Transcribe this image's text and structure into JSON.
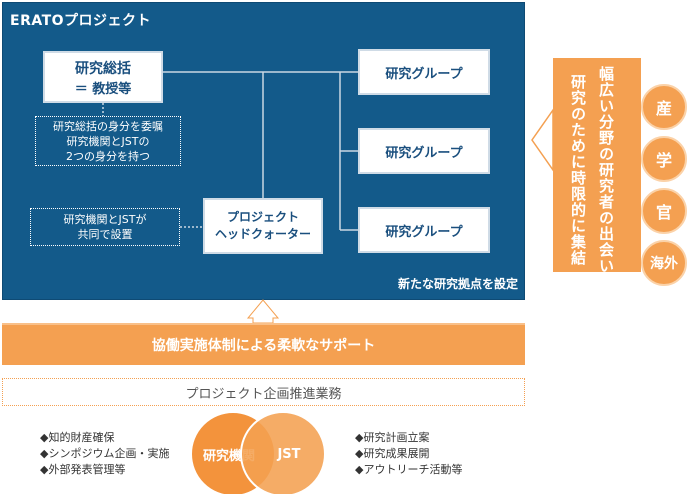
{
  "colors": {
    "panel_blue": "#135a8a",
    "accent_orange": "#f4a051",
    "box_text_blue": "#1a4f7e",
    "white": "#ffffff"
  },
  "panel": {
    "title": "ERATOプロジェクト",
    "caption": "新たな研究拠点を設定"
  },
  "director": {
    "line1": "研究総括",
    "line2": "＝ 教授等",
    "note_lines": [
      "研究総括の身分を委嘱",
      "研究機関とJSTの",
      "2つの身分を持つ"
    ]
  },
  "groups": [
    "研究グループ",
    "研究グループ",
    "研究グループ"
  ],
  "hq": {
    "line1": "プロジェクト",
    "line2": "ヘッドクォーター",
    "note_lines": [
      "研究機関とJSTが",
      "共同で設置"
    ]
  },
  "side": {
    "text1": "幅広い分野の研究者の出会い",
    "text2": "研究のために時限的に集結"
  },
  "sectors": [
    "産",
    "学",
    "官",
    "海外"
  ],
  "support": {
    "label": "協働実施体制による柔軟なサポート"
  },
  "planning": {
    "label": "プロジェクト企画推進業務"
  },
  "venn": {
    "left": "研究機関",
    "right": "JST"
  },
  "bullets_left": [
    "◆知的財産確保",
    "◆シンポジウム企画・実施",
    "◆外部発表管理等"
  ],
  "bullets_right": [
    "◆研究計画立案",
    "◆研究成果展開",
    "◆アウトリーチ活動等"
  ]
}
